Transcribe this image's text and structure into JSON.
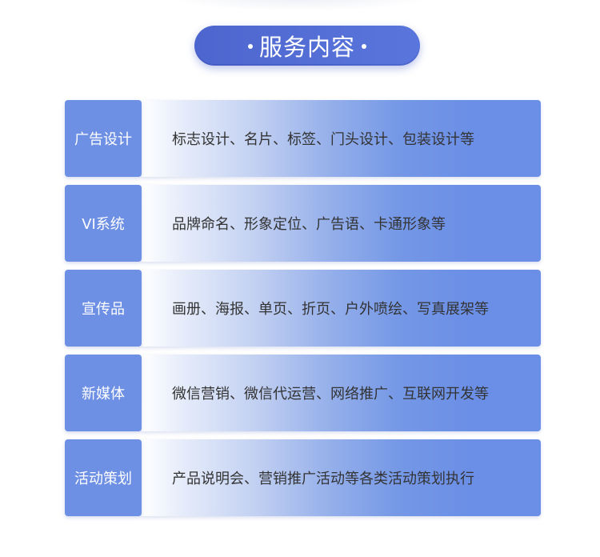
{
  "title": "服务内容",
  "services": [
    {
      "label": "广告设计",
      "description": "标志设计、名片、标签、门头设计、包装设计等"
    },
    {
      "label": "VI系统",
      "description": "品牌命名、形象定位、广告语、卡通形象等"
    },
    {
      "label": "宣传品",
      "description": "画册、海报、单页、折页、户外喷绘、写真展架等"
    },
    {
      "label": "新媒体",
      "description": "微信营销、微信代运营、网络推广、互联网开发等"
    },
    {
      "label": "活动策划",
      "description": "产品说明会、营销推广活动等各类活动策划执行"
    }
  ],
  "colors": {
    "title_bg": "#5068d3",
    "label_bg": "#6d8fe4",
    "bar_end": "#6b8fe6",
    "text": "#333333"
  }
}
